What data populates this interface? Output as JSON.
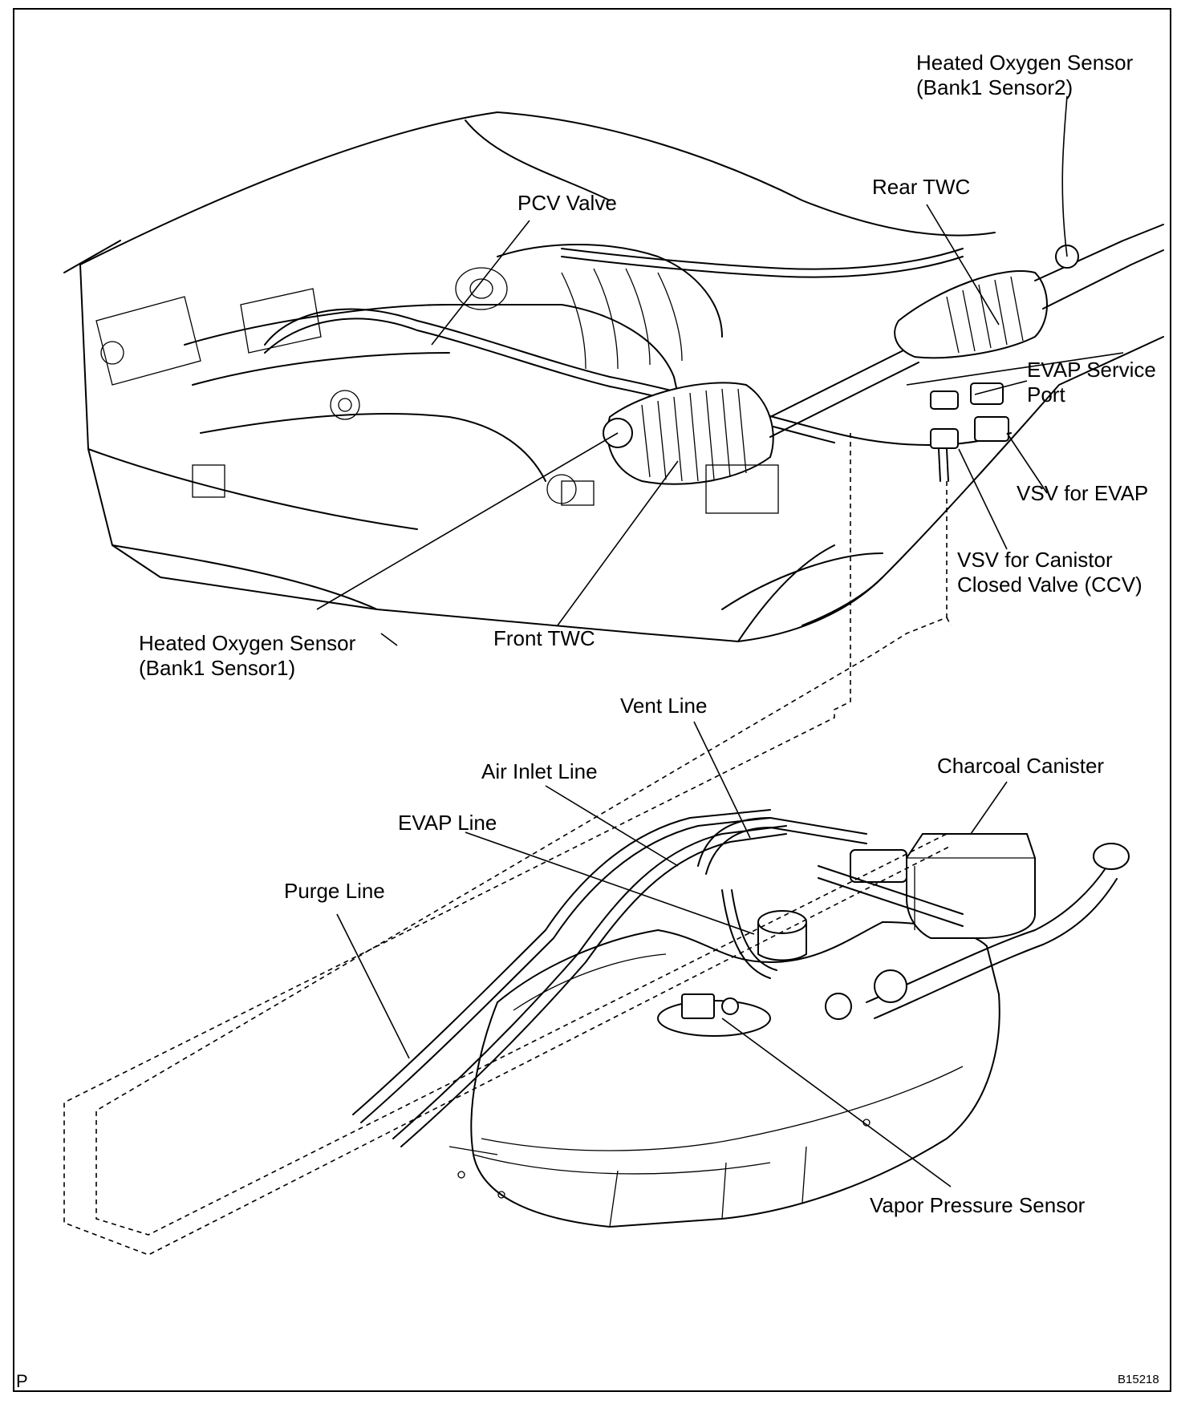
{
  "labels": {
    "ho2s_b1s2": "Heated Oxygen Sensor\n(Bank1 Sensor2)",
    "rear_twc": "Rear TWC",
    "pcv_valve": "PCV Valve",
    "evap_service_port": "EVAP Service\nPort",
    "vsv_evap": "VSV for EVAP",
    "vsv_ccv": "VSV for Canistor\nClosed Valve (CCV)",
    "ho2s_b1s1": "Heated Oxygen Sensor\n(Bank1 Sensor1)",
    "front_twc": "Front TWC",
    "vent_line": "Vent Line",
    "air_inlet_line": "Air Inlet Line",
    "charcoal_canister": "Charcoal Canister",
    "evap_line": "EVAP Line",
    "purge_line": "Purge Line",
    "vapor_pressure_sensor": "Vapor Pressure Sensor"
  },
  "corner": {
    "page_marker": "P",
    "figure_code": "B15218"
  }
}
